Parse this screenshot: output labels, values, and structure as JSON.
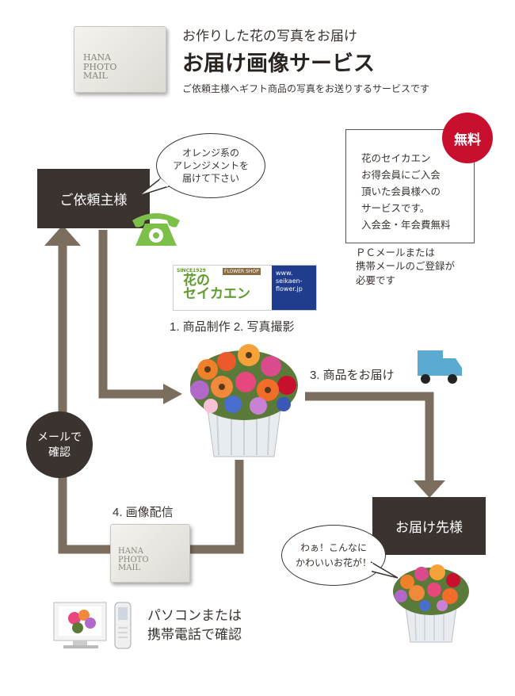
{
  "header": {
    "envelope_text": "HANA\nPHOTO\nMAIL",
    "subtitle": "お作りした花の写真をお届け",
    "title": "お届け画像サービス",
    "description": "ご依頼主様へギフト商品の写真をお送りするサービスです"
  },
  "nodes": {
    "client": "ご依頼主様",
    "recipient": "お届け先様",
    "mail_check": "メールで\n確認"
  },
  "bubbles": {
    "client": "オレンジ系の\nアレンジメントを\n届けて下さい",
    "recipient": "わぁ！こんなに\nかわいいお花が！"
  },
  "info_box": {
    "badge": "無料",
    "text": "花のセイカエン\nお得会員にご入会\n頂いた会員様への\nサービスです。\n入会金・年会費無料",
    "note": "ＰＣメールまたは\n携帯メールのご登録が\n必要です"
  },
  "logo": {
    "since": "SINCE1929",
    "shop_tag": "FLOWER SHOP",
    "name": "花の\nセイカエン",
    "url": "www.\nseikaen-\nflower.jp"
  },
  "steps": {
    "step12": "1. 商品制作 2. 写真撮影",
    "step3": "3. 商品をお届け",
    "step4": "4. 画像配信"
  },
  "footer": {
    "envelope_text": "HANA\nPHOTO\nMAIL",
    "device_caption": "パソコンまたは\n携帯電話で確認"
  },
  "colors": {
    "dark": "#3b3330",
    "arrow": "#7c6e5e",
    "badge": "#c8102e",
    "phone": "#7cc04a",
    "truck": "#5aaad2",
    "logo_green": "#5e9c2c",
    "logo_blue": "#1f3c8f"
  }
}
